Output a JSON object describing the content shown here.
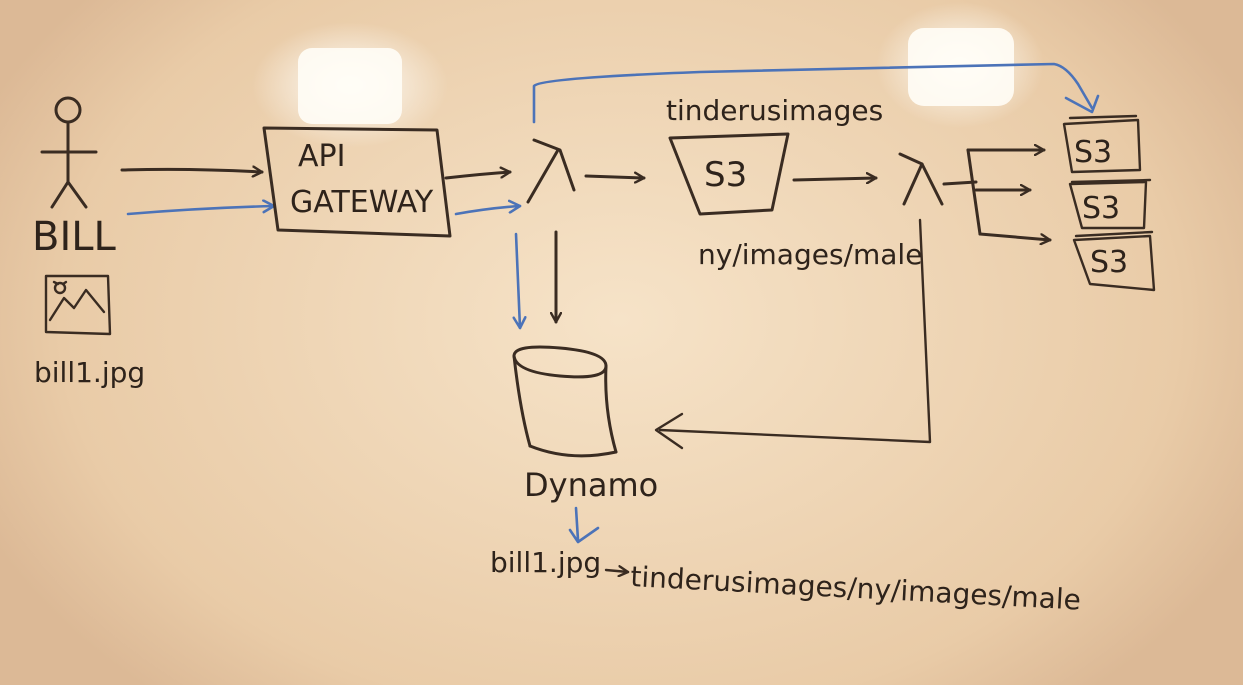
{
  "actor": {
    "name": "BILL"
  },
  "file": {
    "label": "bill1.jpg"
  },
  "gateway": {
    "line1": "API",
    "line2": "GATEWAY"
  },
  "lambda": {
    "symbol": "λ"
  },
  "bucket": {
    "name": "tinderusimages",
    "label": "S3",
    "path": "ny/images/male"
  },
  "outputs": {
    "labels": [
      "S3",
      "S3",
      "S3"
    ]
  },
  "database": {
    "name": "Dynamo"
  },
  "mapping": {
    "key": "bill1.jpg",
    "value": "tinderusimages/ny/images/male"
  },
  "colors": {
    "ink": "#3a2c22",
    "blue_ink": "#4c73b8",
    "board": "#f2dcc0"
  }
}
